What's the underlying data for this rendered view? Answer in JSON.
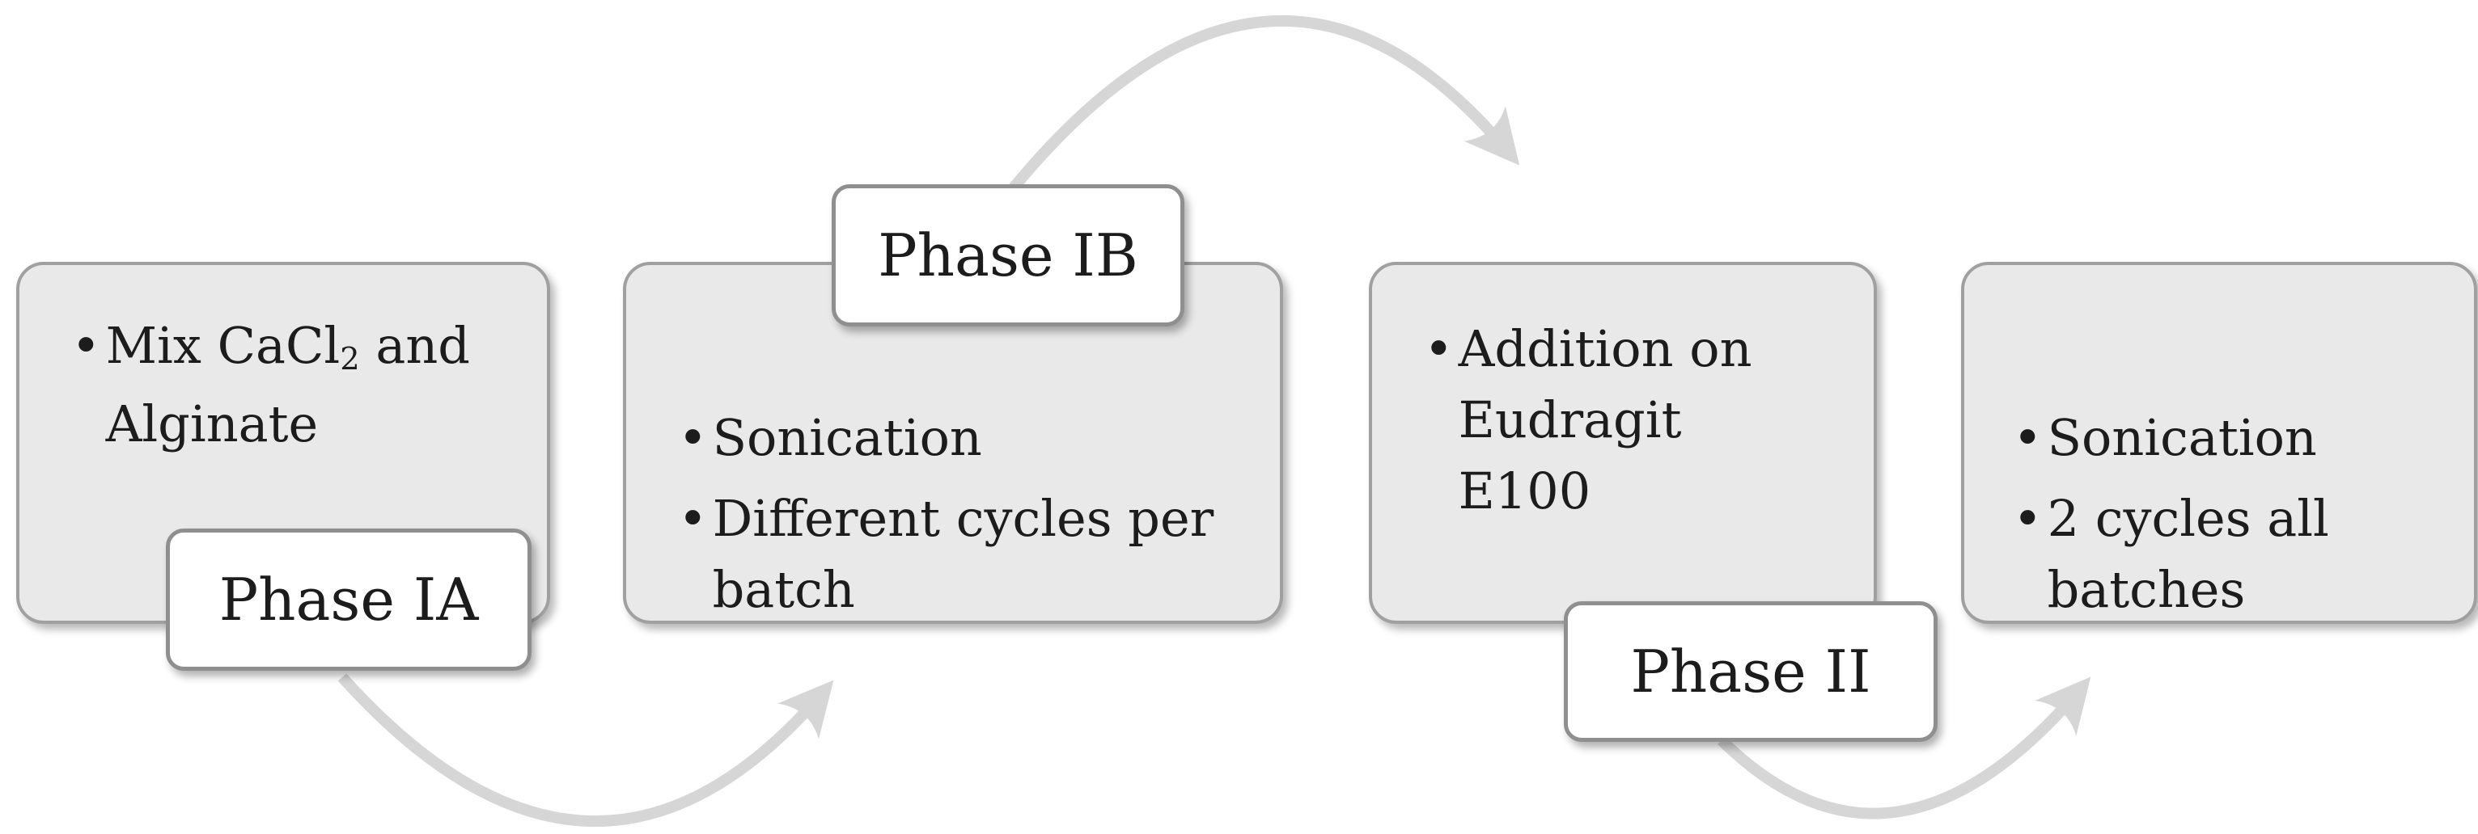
{
  "colors": {
    "background": "#ffffff",
    "box-fill": "#e9e9e9",
    "box-border": "#a0a0a0",
    "label-fill": "#ffffff",
    "label-border": "#8f8f8f",
    "arrow": "#d6d6d6",
    "text": "#1c1c1c"
  },
  "ui": {
    "bullet_char": "•"
  },
  "boxes": [
    {
      "name": "phase-ia-step",
      "bullets": [
        {
          "pre": "Mix CaCl",
          "sub": "2",
          "post": " and Alginate"
        }
      ]
    },
    {
      "name": "phase-ib-step",
      "bullets": [
        {
          "pre": "Sonication"
        },
        {
          "pre": "Different cycles per batch"
        }
      ]
    },
    {
      "name": "phase-ii-step",
      "bullets": [
        {
          "pre": "Addition on Eudragit E100"
        }
      ]
    },
    {
      "name": "final-sonication-step",
      "bullets": [
        {
          "pre": "Sonication"
        },
        {
          "pre": "2 cycles all batches"
        }
      ]
    }
  ],
  "labels": [
    {
      "text": "Phase IA"
    },
    {
      "text": "Phase IB"
    },
    {
      "text": "Phase II"
    }
  ]
}
